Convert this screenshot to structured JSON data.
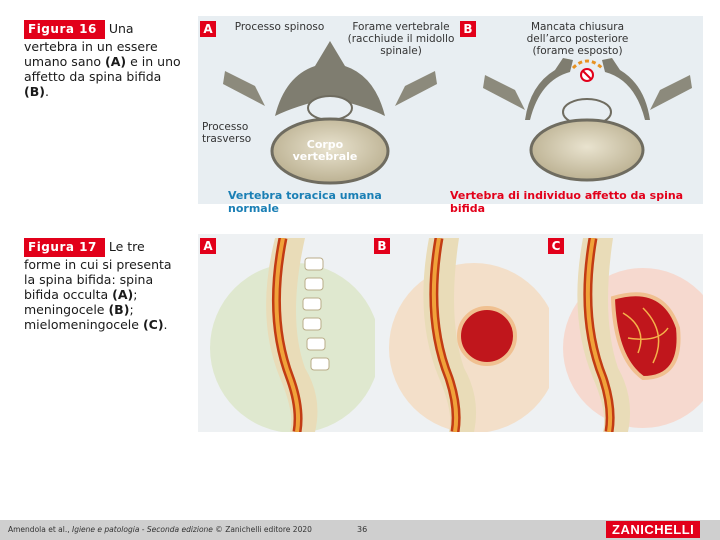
{
  "colors": {
    "accent": "#e2001a",
    "subcaption": "#1a7fb5",
    "panel_bg": "#e5ecf1"
  },
  "fig16": {
    "label": "Figura 16",
    "caption_parts": [
      "Una vertebra in un essere umano sano ",
      "(A)",
      " e in uno affetto da spina bifida ",
      "(B)",
      "."
    ],
    "panel_a": {
      "letter": "A",
      "anno_spinous": "Processo spinoso",
      "anno_foramen": "Forame vertebrale (racchiude il midollo spinale)",
      "anno_transverse": "Processo trasverso",
      "anno_body": "Corpo vertebrale",
      "subcaption": "Vertebra toracica umana normale"
    },
    "panel_b": {
      "letter": "B",
      "anno_closure": "Mancata chiusura dell’arco posteriore (forame esposto)",
      "subcaption": "Vertebra di individuo affetto da spina bifida"
    }
  },
  "fig17": {
    "label": "Figura 17",
    "caption_parts": [
      "Le tre forme in cui si presenta la spina bifida: spina bifida occulta ",
      "(A)",
      "; meningocele ",
      "(B)",
      "; mielomeningocele ",
      "(C)",
      "."
    ],
    "panel_a_letter": "A",
    "panel_b_letter": "B",
    "panel_c_letter": "C"
  },
  "footer": {
    "citation_prefix": "Amendola et al., ",
    "citation_title": "Igiene e patologia - Seconda edizione",
    "citation_suffix": " © Zanichelli editore 2020",
    "page_number": "36",
    "brand": "ZANICHELLI"
  }
}
